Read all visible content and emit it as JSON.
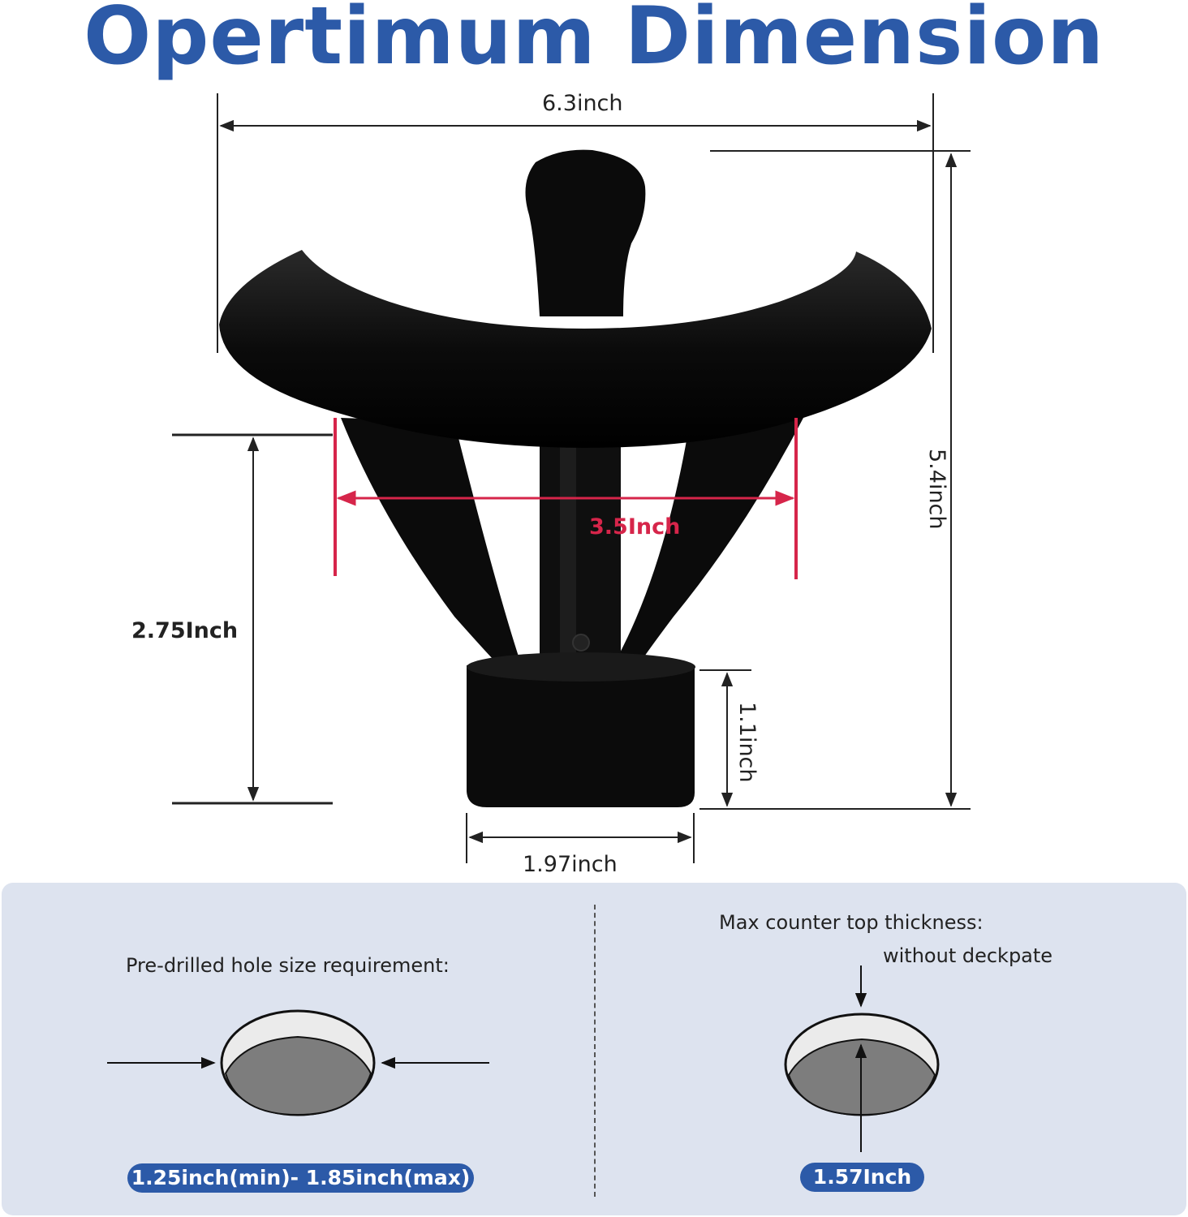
{
  "title": "Opertimum Dimension",
  "dimensions": {
    "width": "6.3inch",
    "height": "5.4inch",
    "support_span": "3.5Inch",
    "depth": "2.75Inch",
    "base_height": "1.1inch",
    "base_diameter": "1.97inch"
  },
  "hole_requirement": {
    "label": "Pre-drilled hole size requirement:",
    "value": "1.25inch(min)- 1.85inch(max)"
  },
  "counter_thickness": {
    "label": "Max counter top thickness:",
    "note": "without deckpate",
    "value": "1.57Inch"
  },
  "colors": {
    "title": "#2c5aa8",
    "accent_red": "#d6254a",
    "panel_bg": "#dde3ef",
    "pill_bg": "#2c5aa8",
    "product": "#0b0b0b"
  }
}
